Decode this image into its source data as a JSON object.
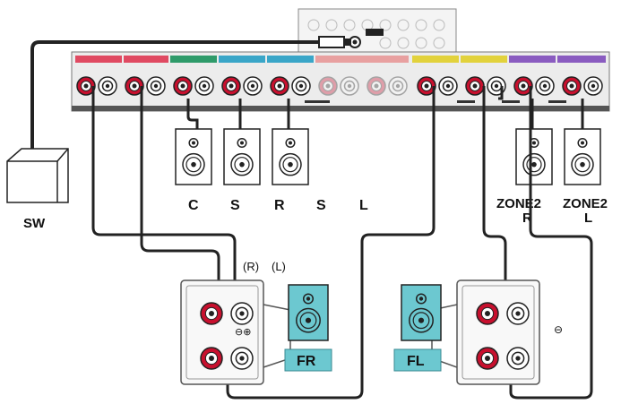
{
  "labels": {
    "subwoofer": "SW",
    "center": "C",
    "surround_right": "S",
    "surround_right_sub": "R",
    "surround_left": "S",
    "surround_left_sub": "L",
    "zone2_right_top": "ZONE2",
    "zone2_right_bottom": "R",
    "zone2_left_top": "ZONE2",
    "zone2_left_bottom": "L",
    "front_right": "FR",
    "front_left": "FL",
    "bi_amp_right": "(R)",
    "bi_amp_left": "(L)",
    "polarity_pair": "⊖⊕",
    "polarity_minus": "⊖"
  },
  "colors": {
    "front": "#e04a62",
    "center": "#2f9b6a",
    "surround": "#3aa6c8",
    "surround_back": "#e8a0a0",
    "height": "#e2d23c",
    "zone2": "#8a5cc0",
    "speaker_highlight": "#6cc8d0",
    "terminal_red": "#c8102e"
  },
  "icons": [
    "speaker-icon",
    "subwoofer-icon",
    "terminal-positive-icon",
    "terminal-negative-icon"
  ]
}
